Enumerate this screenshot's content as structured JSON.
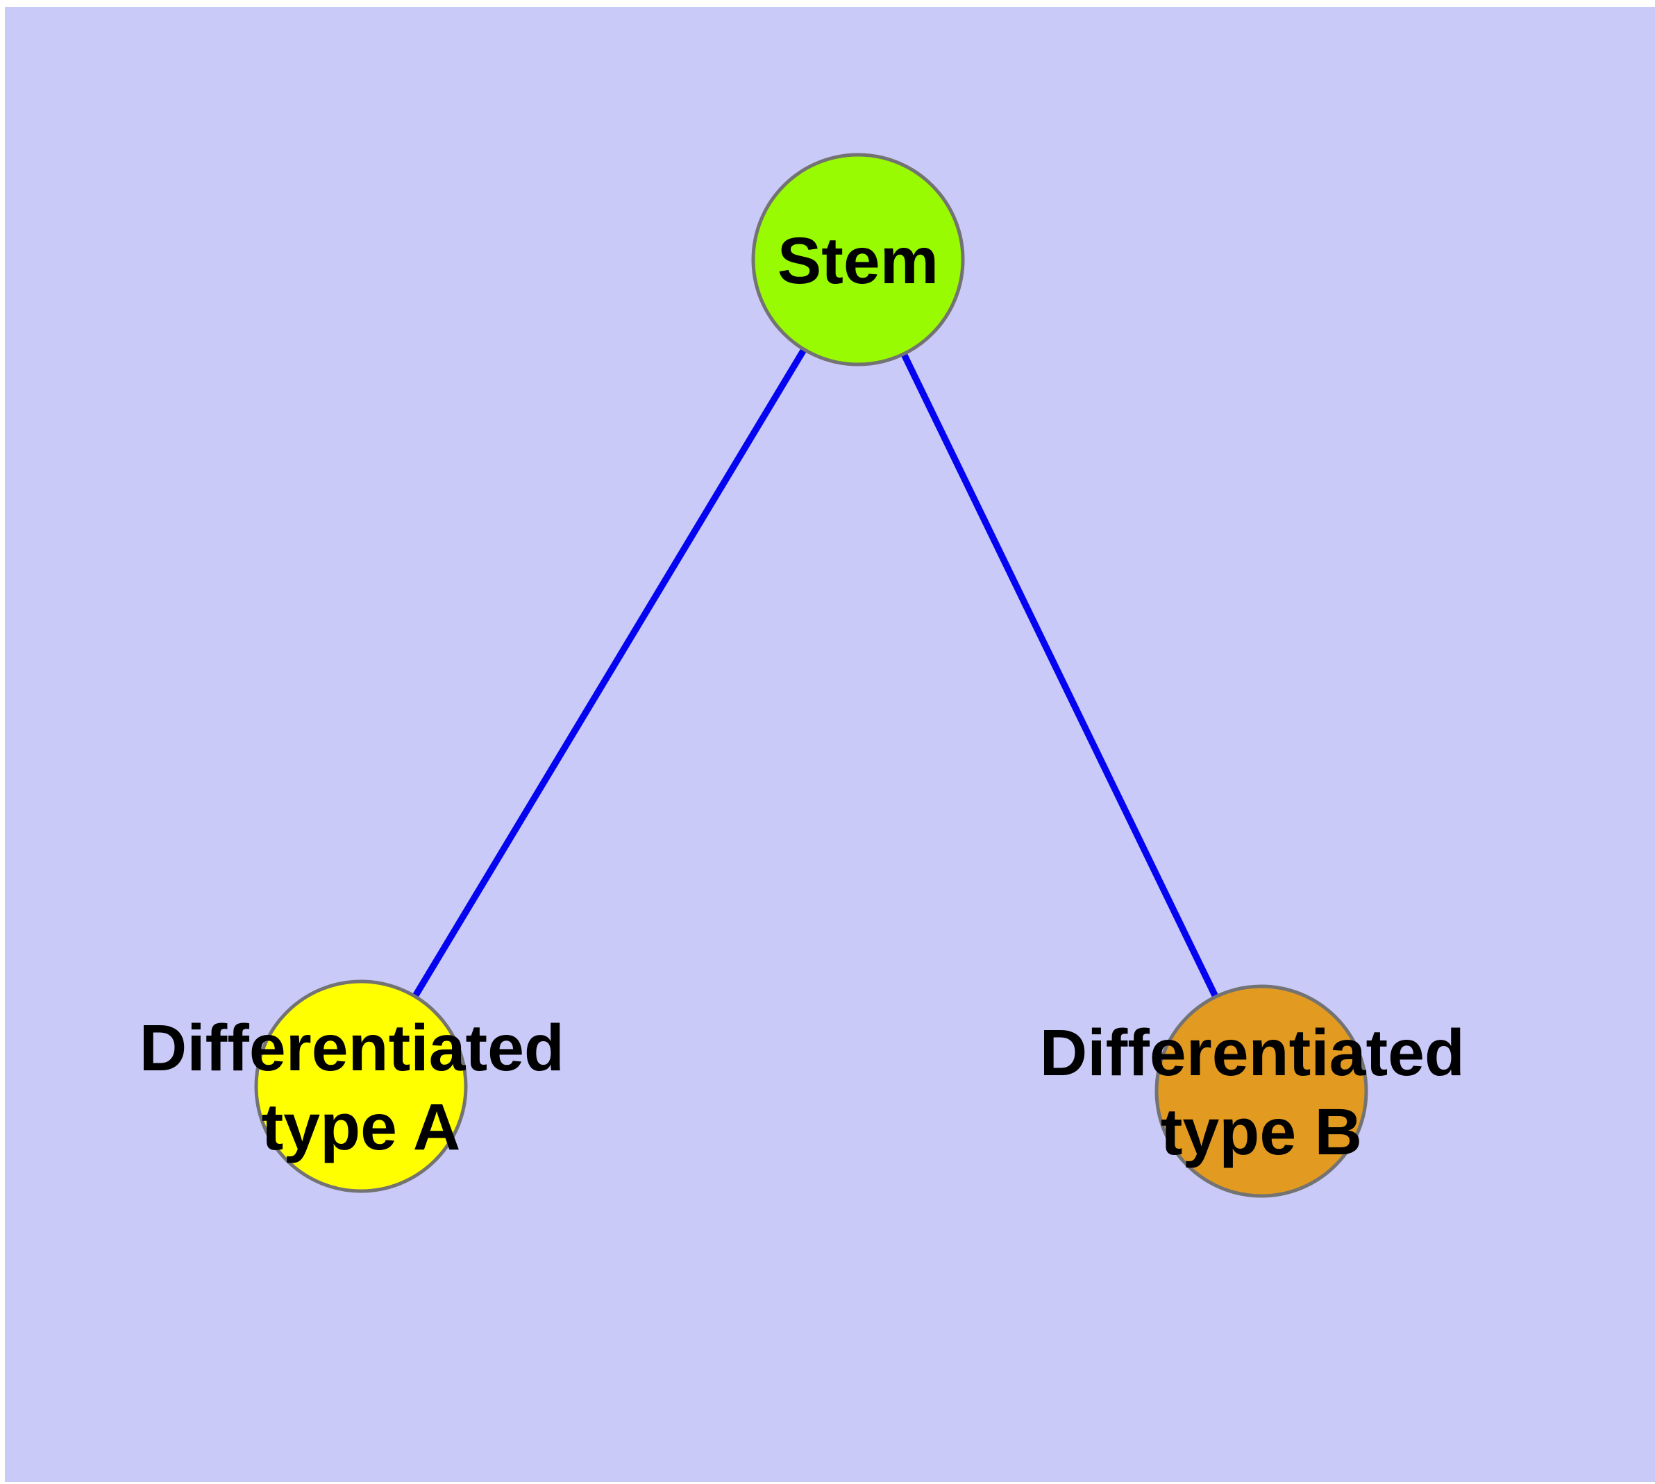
{
  "figure": {
    "description": "Node-link diagram of stem cell differentiation: a stem node connected to two differentiated cell type nodes",
    "margin_color": "#FFFFFF",
    "background_color": "#CACAF8",
    "label_color": "#000000"
  },
  "graph": {
    "type": "node-link-diagram",
    "nodes": [
      {
        "id": "stem",
        "label": "Stem",
        "label_lines": [
          "Stem"
        ],
        "fill": "#99FB01",
        "border": "#737373",
        "shape": "circle"
      },
      {
        "id": "differentiated-type-a",
        "label": "Differentiated type A",
        "label_lines": [
          "Differentiated",
          "type A"
        ],
        "fill": "#FFFF00",
        "border": "#737373",
        "shape": "circle"
      },
      {
        "id": "differentiated-type-b",
        "label": "Differentiated type B",
        "label_lines": [
          "Differentiated",
          "type B"
        ],
        "fill": "#E29A20",
        "border": "#737373",
        "shape": "circle"
      }
    ],
    "edges": [
      {
        "from": "stem",
        "to": "differentiated-type-a",
        "color": "#0404F0"
      },
      {
        "from": "stem",
        "to": "differentiated-type-b",
        "color": "#0404F0"
      }
    ]
  }
}
